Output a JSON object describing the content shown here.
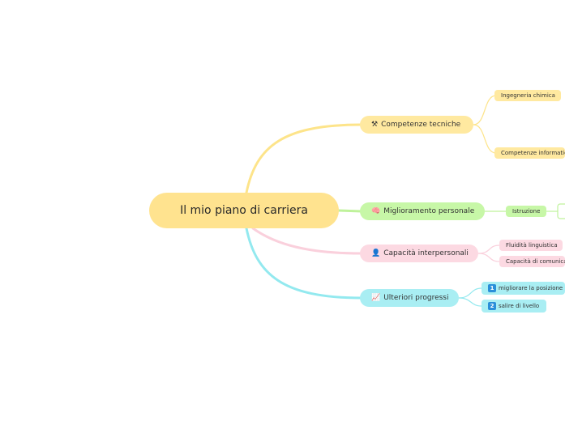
{
  "root": {
    "label": "Il mio piano di carriera"
  },
  "branches": [
    {
      "label": "Competenze tecniche",
      "icon": "⚒",
      "color": "#ffe9a0",
      "line": "#fde48a",
      "children": [
        "Ingegneria chimica",
        "Competenze informatiche"
      ]
    },
    {
      "label": "Miglioramento personale",
      "icon": "🧠",
      "color": "#c7f7a7",
      "line": "#bff29b",
      "children": [
        "Istruzione"
      ]
    },
    {
      "label": "Capacità interpersonali",
      "icon": "👤",
      "color": "#fcd9e2",
      "line": "#fad0dc",
      "children": [
        "Fluidità linguistica",
        "Capacità di comunicazione"
      ]
    },
    {
      "label": "Ulteriori progressi",
      "icon": "📈",
      "color": "#a9eef3",
      "line": "#93e9ef",
      "children": [
        "migliorare la posizione",
        "salire di livello"
      ],
      "child_markers": [
        "1",
        "2"
      ]
    }
  ]
}
